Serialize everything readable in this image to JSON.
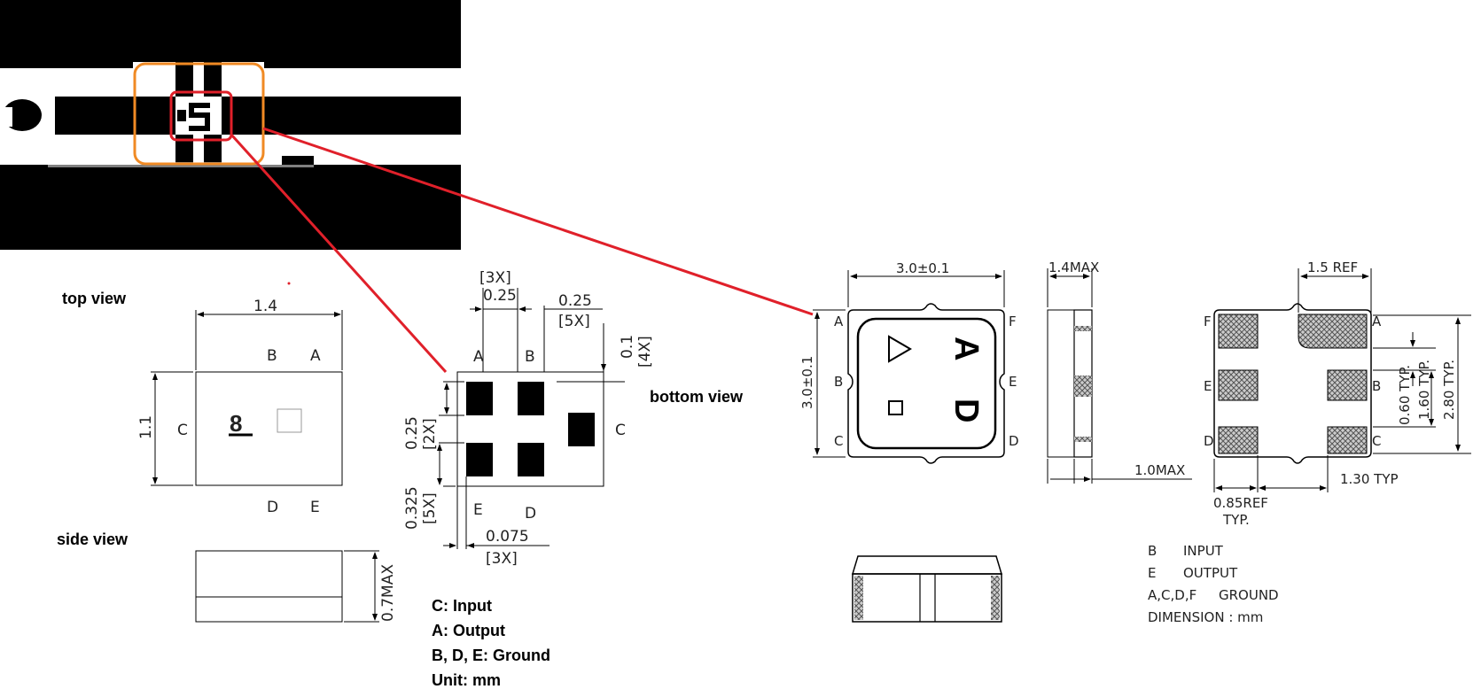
{
  "photo": {
    "description_free": true,
    "marking_glyph": "5"
  },
  "left_package": {
    "top_view_label": "top view",
    "side_view_label": "side view",
    "bottom_view_label": "bottom view",
    "width_dim": "1.4",
    "height_dim": "1.1",
    "side_height_dim": "0.7MAX",
    "marking": "8",
    "pins_top": [
      "B",
      "A"
    ],
    "pins_bottom": [
      "D",
      "E"
    ],
    "pin_side": "C",
    "bottom_pins_top": [
      "A",
      "B"
    ],
    "bottom_pins_bottom": [
      "E",
      "D"
    ],
    "bottom_pin_side": "C",
    "pad_width_dim": "0.25",
    "pad_width_note": "[3X]",
    "pad_gap_dim": "0.25",
    "pad_gap_note": "[5X]",
    "edge_dim": "0.1",
    "edge_note": "[4X]",
    "pad_height_dim": "0.25",
    "pad_height_note": "[2X]",
    "pitch_dim": "0.325",
    "pitch_note": "[5X]",
    "offset_dim": "0.075",
    "offset_note": "[3X]"
  },
  "left_legend": [
    "C: Input",
    "A: Output",
    "B, D, E: Ground",
    "Unit: mm"
  ],
  "right_package": {
    "width_dim": "3.0±0.1",
    "height_dim": "3.0±0.1",
    "side_width_dim": "1.4MAX",
    "side_height_dim": "1.0MAX",
    "ref_dim": "1.5 REF",
    "pins_left": [
      "A",
      "B",
      "C"
    ],
    "pins_right": [
      "F",
      "E",
      "D"
    ],
    "bottom_pins_left": [
      "F",
      "E",
      "D"
    ],
    "bottom_pins_right": [
      "A",
      "B",
      "C"
    ],
    "marking_letters": [
      "A",
      "D"
    ],
    "typ_060": "0.60 TYP.",
    "typ_160": "1.60 TYP.",
    "typ_280": "2.80 TYP.",
    "typ_130": "1.30 TYP",
    "ref_085": "0.85REF",
    "ref_085_sub": "TYP."
  },
  "right_legend": [
    {
      "pin": "B",
      "func": "INPUT"
    },
    {
      "pin": "E",
      "func": "OUTPUT"
    },
    {
      "pin": "A,C,D,F",
      "func": "GROUND"
    },
    {
      "pin": "DIMENSION : mm",
      "func": ""
    }
  ],
  "colors": {
    "highlight_orange": "#f08a24",
    "highlight_red": "#e0202a",
    "pointer_red": "#e0202a",
    "pad_black": "#000000",
    "hatch": "#555555"
  }
}
